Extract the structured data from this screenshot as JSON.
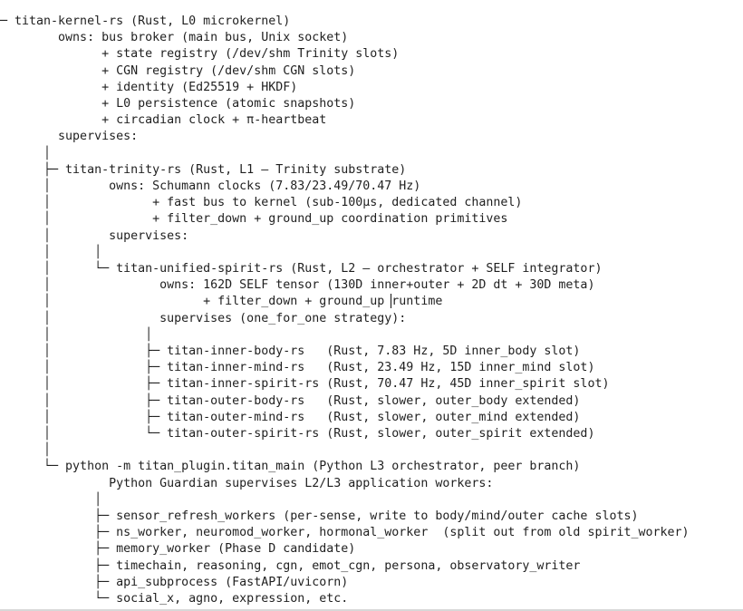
{
  "tree": {
    "lines": [
      "─ titan-kernel-rs (Rust, L0 microkernel)",
      "        owns: bus broker (main bus, Unix socket)",
      "              + state registry (/dev/shm Trinity slots)",
      "              + CGN registry (/dev/shm CGN slots)",
      "              + identity (Ed25519 + HKDF)",
      "              + L0 persistence (atomic snapshots)",
      "              + circadian clock + π-heartbeat",
      "        supervises:",
      "      │",
      "      ├─ titan-trinity-rs (Rust, L1 — Trinity substrate)",
      "      │        owns: Schumann clocks (7.83/23.49/70.47 Hz)",
      "      │              + fast bus to kernel (sub-100μs, dedicated channel)",
      "      │              + filter_down + ground_up coordination primitives",
      "      │        supervises:",
      "      │      │",
      "      │      └─ titan-unified-spirit-rs (Rust, L2 — orchestrator + SELF integrator)",
      "      │               owns: 162D SELF tensor (130D inner+outer + 2D dt + 30D meta)",
      "      │                     + filter_down + ground_up runtime",
      "      │               supervises (one_for_one strategy):",
      "      │             │",
      "      │             ├─ titan-inner-body-rs   (Rust, 7.83 Hz, 5D inner_body slot)",
      "      │             ├─ titan-inner-mind-rs   (Rust, 23.49 Hz, 15D inner_mind slot)",
      "      │             ├─ titan-inner-spirit-rs (Rust, 70.47 Hz, 45D inner_spirit slot)",
      "      │             ├─ titan-outer-body-rs   (Rust, slower, outer_body extended)",
      "      │             ├─ titan-outer-mind-rs   (Rust, slower, outer_mind extended)",
      "      │             └─ titan-outer-spirit-rs (Rust, slower, outer_spirit extended)",
      "      │",
      "      └─ python -m titan_plugin.titan_main (Python L3 orchestrator, peer branch)",
      "               Python Guardian supervises L2/L3 application workers:",
      "             │",
      "             ├─ sensor_refresh_workers (per-sense, write to body/mind/outer cache slots)",
      "             ├─ ns_worker, neuromod_worker, hormonal_worker  (split out from old spirit_worker)",
      "             ├─ memory_worker (Phase D candidate)",
      "             ├─ timechain, reasoning, cgn, emot_cgn, persona, observatory_writer",
      "             ├─ api_subprocess (FastAPI/uvicorn)",
      "             └─ social_x, agno, expression, etc."
    ]
  }
}
